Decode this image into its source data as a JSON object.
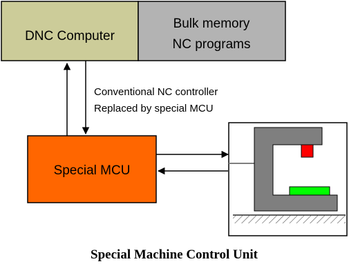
{
  "blocks": {
    "dnc_computer": {
      "label": "DNC Computer",
      "fill": "#cccc99"
    },
    "bulk_memory": {
      "line1": "Bulk memory",
      "line2": "NC programs",
      "fill": "#b3b3b3"
    },
    "special_mcu": {
      "label": "Special MCU",
      "fill": "#ff6600"
    }
  },
  "note": {
    "line1": "Conventional NC controller",
    "line2": "Replaced by special MCU"
  },
  "machine": {
    "frame_color": "#7f7f7f",
    "tool_color": "#ff0000",
    "workpiece_color": "#00ff00"
  },
  "caption": "Special Machine Control Unit"
}
